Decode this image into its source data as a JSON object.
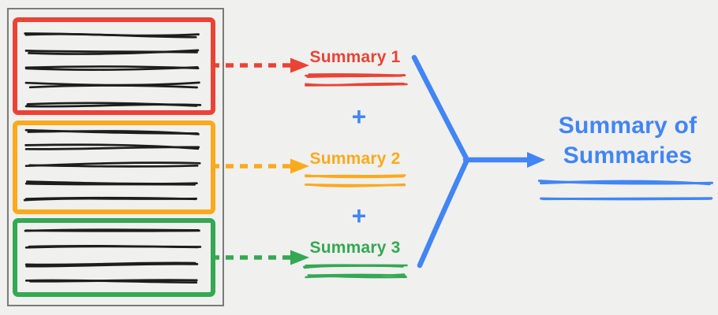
{
  "canvas": {
    "background": "#F0F0EE"
  },
  "palette": {
    "red": "#EA4335",
    "orange": "#FBA91D",
    "green": "#34A853",
    "blue": "#4285F4",
    "ink": "#1D1D1D",
    "document_border": "#7A7A7A"
  },
  "document": {
    "chunks": [
      {
        "id": "chunk-1",
        "color": "#EA4335",
        "text_lines": 5
      },
      {
        "id": "chunk-2",
        "color": "#FBA91D",
        "text_lines": 5
      },
      {
        "id": "chunk-3",
        "color": "#34A853",
        "text_lines": 4
      }
    ]
  },
  "summaries": [
    {
      "label": "Summary 1",
      "color": "#EA4335"
    },
    {
      "label": "Summary 2",
      "color": "#FBA91D"
    },
    {
      "label": "Summary 3",
      "color": "#34A853"
    }
  ],
  "operators": {
    "plus": "+",
    "color": "#4285F4"
  },
  "result": {
    "label": "Summary of Summaries",
    "color": "#4285F4"
  }
}
